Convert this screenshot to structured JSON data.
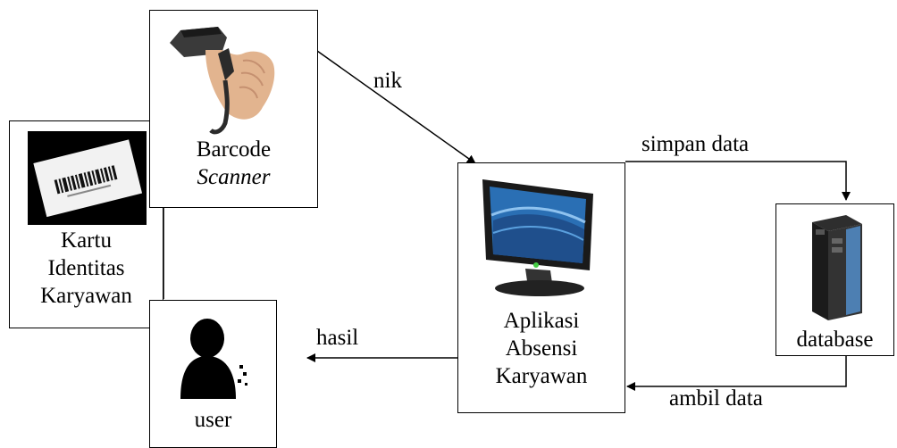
{
  "nodes": {
    "kartu": {
      "lines": [
        "Kartu",
        "Identitas",
        "Karyawan"
      ]
    },
    "scanner": {
      "line1": "Barcode",
      "line2": "Scanner"
    },
    "user": {
      "label": "user"
    },
    "aplikasi": {
      "lines": [
        "Aplikasi",
        "Absensi",
        "Karyawan"
      ]
    },
    "database": {
      "label": "database"
    }
  },
  "edges": {
    "nik": "nik",
    "simpan": "simpan data",
    "ambil": "ambil data",
    "hasil": "hasil"
  },
  "icons": {
    "kartu": "id-card-barcode-icon",
    "scanner": "barcode-scanner-icon",
    "user": "user-silhouette-icon",
    "aplikasi": "monitor-icon",
    "database": "database-server-icon"
  }
}
